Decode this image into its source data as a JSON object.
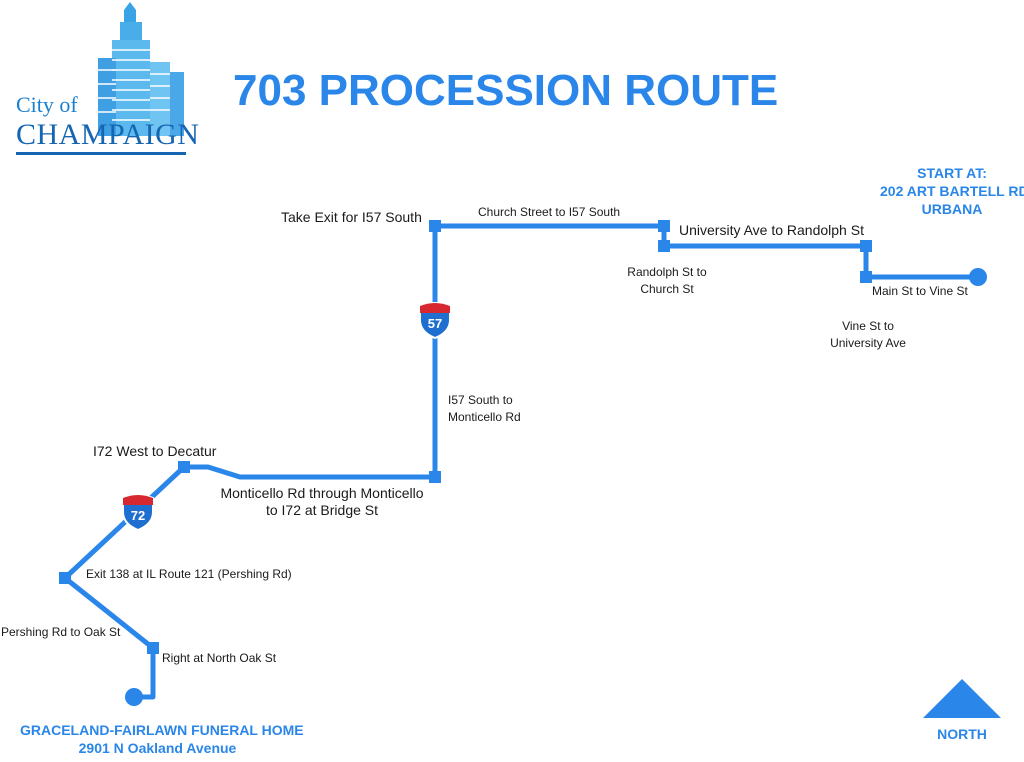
{
  "logo": {
    "line1": "City of",
    "line2": "CHAMPAIGN"
  },
  "title": "703 PROCESSION ROUTE",
  "start": {
    "line1": "START AT:",
    "line2": "202 ART BARTELL RD",
    "line3": "URBANA"
  },
  "end": {
    "line1": "GRACELAND-FAIRLAWN FUNERAL HOME",
    "line2": "2901 N Oakland Avenue"
  },
  "north_label": "NORTH",
  "shields": {
    "i57": "57",
    "i72": "72"
  },
  "labels": {
    "main_vine": "Main St to Vine St",
    "vine_univ_1": "Vine St to",
    "vine_univ_2": "University Ave",
    "univ_randolph": "University Ave to Randolph St",
    "randolph_church_1": "Randolph St to",
    "randolph_church_2": "Church St",
    "church_i57": "Church Street to I57 South",
    "take_exit": "Take Exit for I57 South",
    "i57_monti_1": "I57 South to",
    "i57_monti_2": "Monticello Rd",
    "monti_1": "Monticello Rd through Monticello",
    "monti_2": "to I72 at Bridge St",
    "i72_decatur": "I72 West to Decatur",
    "exit138": "Exit 138 at IL Route 121 (Pershing Rd)",
    "pershing_oak": "Pershing Rd to Oak St",
    "right_oak": "Right at North Oak St"
  },
  "colors": {
    "route": "#2a86e8",
    "shield_blue": "#1f6fd1",
    "shield_red": "#d8282f"
  }
}
